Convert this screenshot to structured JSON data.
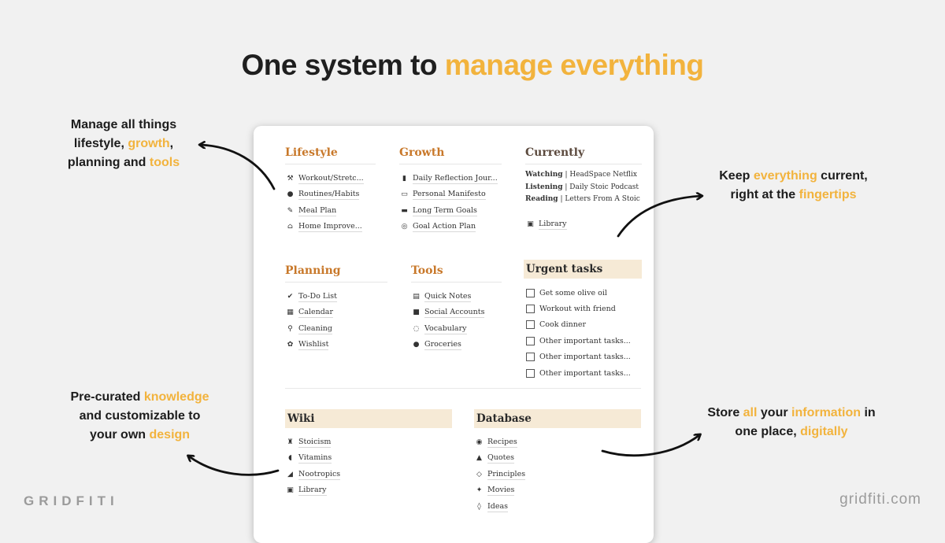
{
  "title": {
    "part1": "One system to ",
    "part2": "manage everything"
  },
  "callouts": {
    "top_left": {
      "a": "Manage all things",
      "b": "lifestyle, ",
      "c": "growth",
      "d": ",",
      "e": "planning and ",
      "f": "tools"
    },
    "top_right": {
      "a": "Keep ",
      "b": "everything",
      "c": " current,",
      "d": "right at the ",
      "e": "fingertips"
    },
    "bottom_left": {
      "a": "Pre-curated ",
      "b": "knowledge",
      "c": "and customizable to",
      "d": "your own ",
      "e": "design"
    },
    "bottom_right": {
      "a": "Store ",
      "b": "all",
      "c": " your ",
      "d": "information",
      "e": " in",
      "f": "one place, ",
      "g": "digitally"
    }
  },
  "brand": {
    "left": "GRIDFITI",
    "right": "gridfiti.com"
  },
  "colors": {
    "accent": "#f2b33d",
    "section_heading": "#c8782a",
    "highlight_bg": "#f6ead6"
  },
  "panel": {
    "lifestyle": {
      "heading": "Lifestyle",
      "items": [
        {
          "icon": "⚒",
          "label": "Workout/Stretc..."
        },
        {
          "icon": "●",
          "label": "Routines/Habits"
        },
        {
          "icon": "✎",
          "label": "Meal Plan"
        },
        {
          "icon": "⌂",
          "label": "Home Improve..."
        }
      ]
    },
    "growth": {
      "heading": "Growth",
      "items": [
        {
          "icon": "▮",
          "label": "Daily Reflection Jour..."
        },
        {
          "icon": "▭",
          "label": "Personal Manifesto"
        },
        {
          "icon": "▬",
          "label": "Long Term Goals"
        },
        {
          "icon": "◎",
          "label": "Goal Action Plan"
        }
      ]
    },
    "currently": {
      "heading": "Currently",
      "rows": [
        {
          "label": "Watching",
          "sep": " | ",
          "value": "HeadSpace Netflix"
        },
        {
          "label": "Listening",
          "sep": " | ",
          "value": "Daily Stoic Podcast"
        },
        {
          "label": "Reading",
          "sep": "   | ",
          "value": "Letters From A Stoic"
        }
      ],
      "library": {
        "icon": "▣",
        "label": "Library"
      }
    },
    "planning": {
      "heading": "Planning",
      "items": [
        {
          "icon": "✔",
          "label": "To-Do List"
        },
        {
          "icon": "▦",
          "label": "Calendar"
        },
        {
          "icon": "⚲",
          "label": "Cleaning"
        },
        {
          "icon": "✿",
          "label": "Wishlist"
        }
      ]
    },
    "tools": {
      "heading": "Tools",
      "items": [
        {
          "icon": "▤",
          "label": "Quick Notes"
        },
        {
          "icon": "■",
          "label": "Social Accounts"
        },
        {
          "icon": "◌",
          "label": "Vocabulary"
        },
        {
          "icon": "●",
          "label": "Groceries"
        }
      ]
    },
    "urgent": {
      "heading": "Urgent tasks",
      "tasks": [
        "Get some olive oil",
        "Workout with friend",
        "Cook dinner",
        "Other important tasks...",
        "Other important tasks...",
        "Other important tasks..."
      ]
    },
    "wiki": {
      "heading": "Wiki",
      "items": [
        {
          "icon": "♜",
          "label": "Stoicism"
        },
        {
          "icon": "◖",
          "label": "Vitamins"
        },
        {
          "icon": "◢",
          "label": "Nootropics"
        },
        {
          "icon": "▣",
          "label": "Library"
        }
      ]
    },
    "database": {
      "heading": "Database",
      "items": [
        {
          "icon": "◉",
          "label": "Recipes"
        },
        {
          "icon": "▲",
          "label": "Quotes"
        },
        {
          "icon": "◇",
          "label": "Principles"
        },
        {
          "icon": "✦",
          "label": "Movies"
        },
        {
          "icon": "◊",
          "label": "Ideas"
        }
      ]
    }
  }
}
